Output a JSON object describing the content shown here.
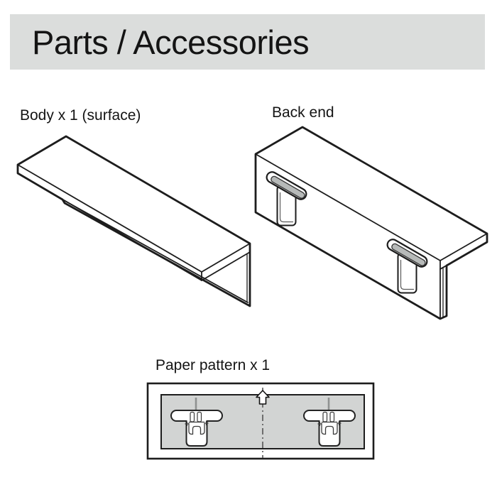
{
  "header": {
    "title": "Parts / Accessories"
  },
  "figures": {
    "body": {
      "label": "Body x 1 (surface)",
      "quantity": "x 1"
    },
    "back_end": {
      "label": "Back end"
    },
    "paper_pattern": {
      "label": "Paper pattern x 1",
      "quantity": "x 1"
    }
  },
  "icons": {
    "up_arrow": "up-arrow-icon",
    "center_line": "dash-dot-centerline",
    "crosshair": "plus-alignment-mark"
  },
  "colors": {
    "header_bg": "#dbdddc",
    "paper_fill": "#d2d4d3",
    "line": "#1d1d1d",
    "slot_shade": "#b7bab9",
    "guide_gray": "#8f9291",
    "background": "#ffffff"
  }
}
